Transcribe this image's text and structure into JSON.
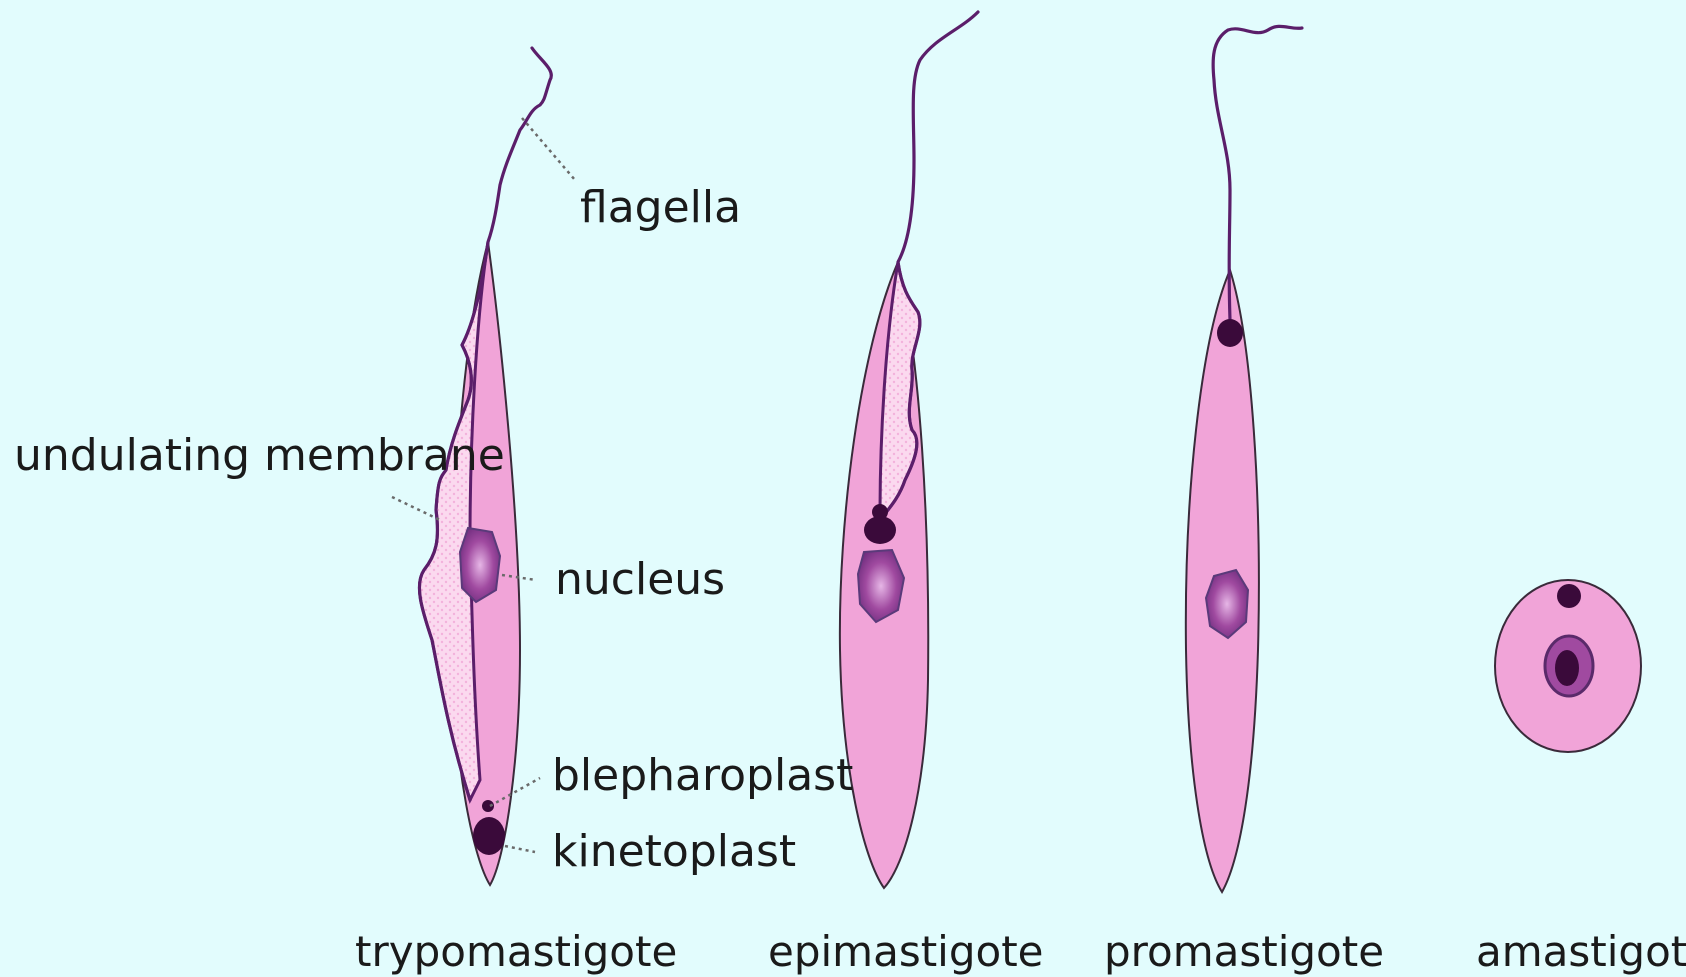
{
  "labels": {
    "flagella": "flagella",
    "undulating_membrane": "undulating membrane",
    "nucleus": "nucleus",
    "blepharoplast": "blepharoplast",
    "kinetoplast": "kinetoplast"
  },
  "stages": [
    {
      "name": "trypomastigote"
    },
    {
      "name": "epimastigote"
    },
    {
      "name": "promastigote"
    },
    {
      "name": "amastigote"
    }
  ],
  "colors": {
    "background": "#e2fcfd",
    "cytoplasm": "#f1a4d8",
    "flagellum": "#5b1e6a",
    "nucleus": "#a04aa0",
    "kinetoplast": "#3a0a3a"
  }
}
